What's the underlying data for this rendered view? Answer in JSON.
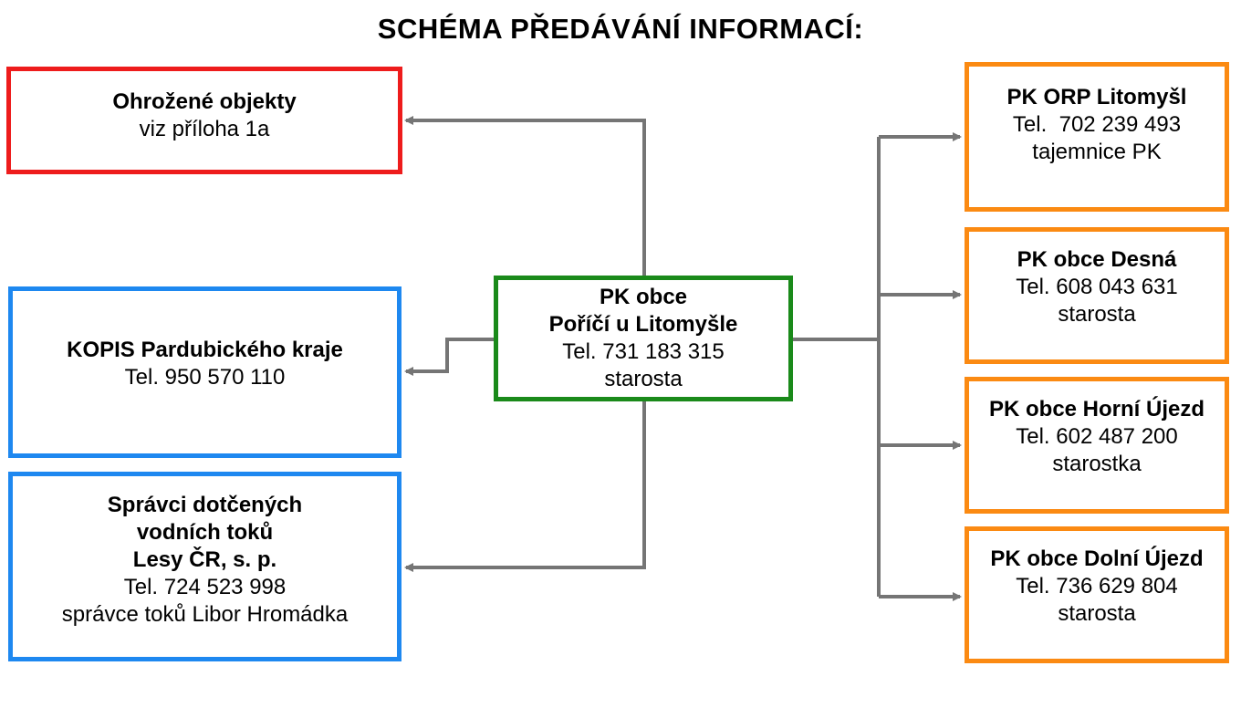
{
  "title": "SCHÉMA PŘEDÁVÁNÍ INFORMACÍ:",
  "center": {
    "lines": [
      "PK obce",
      "Poříčí u Litomyšle",
      "Tel. 731 183 315",
      "starosta"
    ],
    "color": "#1a8a1a"
  },
  "left": [
    {
      "lines": [
        "Ohrožené objekty",
        "viz příloha 1a"
      ],
      "color": "#ee1c1c"
    },
    {
      "lines": [
        "KOPIS Pardubického kraje",
        "Tel. 950 570 110"
      ],
      "color": "#1e88f0"
    },
    {
      "lines": [
        "Správci dotčených",
        "vodních toků",
        "Lesy ČR, s. p.",
        "Tel. 724 523 998",
        "správce toků Libor Hromádka"
      ],
      "color": "#1e88f0"
    }
  ],
  "right": [
    {
      "lines": [
        "PK ORP Litomyšl",
        "Tel.  702 239 493",
        "tajemnice PK"
      ],
      "color": "#fb8a12"
    },
    {
      "lines": [
        "PK obce Desná",
        "Tel. 608 043 631",
        "starosta"
      ],
      "color": "#fb8a12"
    },
    {
      "lines": [
        "PK obce Horní Újezd",
        "Tel. 602 487 200",
        "starostka"
      ],
      "color": "#fb8a12"
    },
    {
      "lines": [
        "PK obce Dolní Újezd",
        "Tel. 736 629 804",
        "starosta"
      ],
      "color": "#fb8a12"
    }
  ],
  "connector_color": "#757575"
}
